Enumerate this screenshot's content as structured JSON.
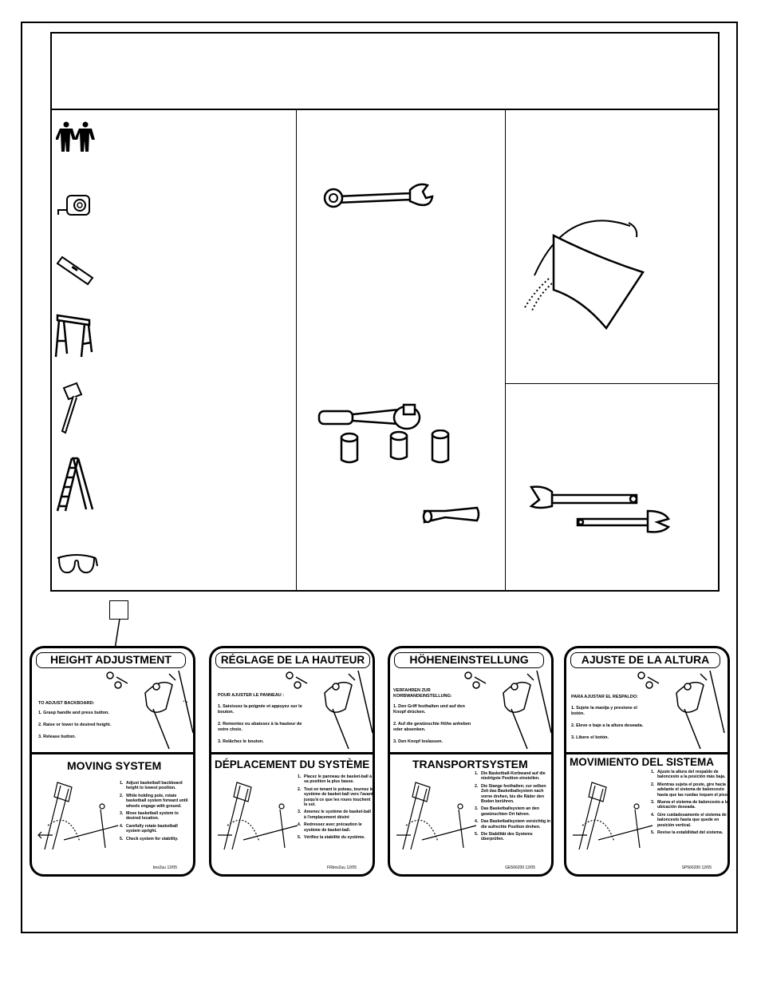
{
  "labels": [
    {
      "title": "HEIGHT ADJUSTMENT",
      "intro": "TO ADJUST BACKBOARD:",
      "steps": [
        "1. Grasp handle and press button.",
        "2. Raise or lower to desired height.",
        "3. Release button."
      ],
      "title2": "MOVING SYSTEM",
      "list": [
        {
          "n": "1.",
          "t": "Adjust basketball backboard height to lowest position."
        },
        {
          "n": "2.",
          "t": "While holding pole, rotate basketball system forward until wheels engage with ground."
        },
        {
          "n": "3.",
          "t": "Move basketball system to desired location."
        },
        {
          "n": "4.",
          "t": "Carefully rotate basketball system upright."
        },
        {
          "n": "5.",
          "t": "Check system for stability."
        }
      ],
      "code": "bns2uu   12/05"
    },
    {
      "title": "RÉGLAGE DE LA HAUTEUR",
      "intro": "POUR AJUSTER LE PANNEAU :",
      "steps": [
        "1. Saisissez la poignée et appuyez sur le bouton.",
        "2. Remontez ou abaissez à la hauteur de votre choix.",
        "3. Relâchez le bouton."
      ],
      "title2": "DÉPLACEMENT DU SYSTÈME",
      "list": [
        {
          "n": "1.",
          "t": "Placez le panneau de basket-ball à sa position la plus basse."
        },
        {
          "n": "2.",
          "t": "Tout en tenant le poteau, tournez le système de basket-ball vers l'avant jusqu'à ce que les roues touchent le sol."
        },
        {
          "n": "3.",
          "t": "Amenez le système de basket-ball à l'emplacement désiré"
        },
        {
          "n": "4.",
          "t": "Redressez avec précaution le système de basket-ball."
        },
        {
          "n": "5.",
          "t": "Vérifiez la stabilité du système."
        }
      ],
      "code": "FRbns2uu   12/05"
    },
    {
      "title": "HÖHENEINSTELLUNG",
      "intro": "VERFAHREN ZUR KORBWANDEINSTELLUNG:",
      "steps": [
        "1. Den Griff festhalten und auf den Knopf drücken.",
        "2. Auf die gewünschte Höhe anheben oder absenken.",
        "3. Den Knopf loslassen."
      ],
      "title2": "TRANSPORTSYSTEM",
      "list": [
        {
          "n": "1.",
          "t": "Die Basketball-Korbwand auf die niedrigste Position einstellen."
        },
        {
          "n": "2.",
          "t": "Die Stange festhalten; zur selben Zeit das Basketballsystem nach vorne drehen, bis die Räder den Boden berühren."
        },
        {
          "n": "3.",
          "t": "Das Basketballsystem an den gewünschten Ort fahren."
        },
        {
          "n": "4.",
          "t": "Das Basketballsystem vorsichtig in die aufrechte Position drehen."
        },
        {
          "n": "5.",
          "t": "Die Stabilität des Systems überprüfen."
        }
      ],
      "code": "GE566200   12/05"
    },
    {
      "title": "AJUSTE DE LA ALTURA",
      "intro": "PARA AJUSTAR EL RESPALDO:",
      "steps": [
        "1. Sujete la manija y presione el botón.",
        "2. Eleve o baje a la altura deseada.",
        "3. Libere el botón."
      ],
      "title2": "MOVIMIENTO DEL SISTEMA",
      "list": [
        {
          "n": "1.",
          "t": "Ajuste la altura del respaldo de baloncesto a la posición más baja."
        },
        {
          "n": "2.",
          "t": "Mientras sujeta el poste, gire hacia adelante el sistema de baloncesto hasta que las ruedas toquen el piso."
        },
        {
          "n": "3.",
          "t": "Mueva el sistema de baloncesto a la ubicación deseada."
        },
        {
          "n": "4.",
          "t": "Gire cuidadosamente el sistema de baloncesto hasta que quede en posición vertical."
        },
        {
          "n": "5.",
          "t": "Revise la estabilidad del sistema."
        }
      ],
      "code": "SP566200   12/05"
    }
  ],
  "icons": [
    "two-persons-icon",
    "tape-measure-icon",
    "level-icon",
    "sawhorse-icon",
    "mallet-icon",
    "ladder-icon",
    "safety-glasses-icon",
    "combination-wrench-icon",
    "socket-wrench-icon",
    "socket-icon",
    "socket-driver-icon",
    "grease-bag-icon",
    "adjustable-wrench-icon"
  ]
}
